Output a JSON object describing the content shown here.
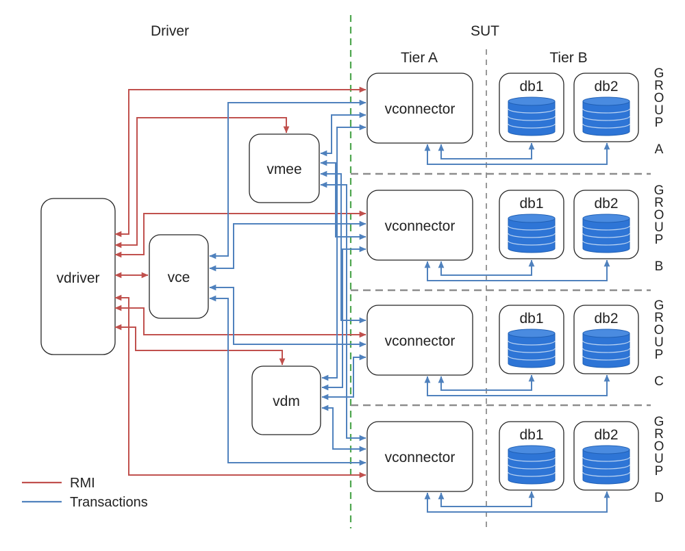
{
  "headers": {
    "driver": "Driver",
    "sut": "SUT",
    "tier_a": "Tier A",
    "tier_b": "Tier B"
  },
  "nodes": {
    "vdriver": "vdriver",
    "vce": "vce",
    "vmee": "vmee",
    "vdm": "vdm"
  },
  "groups": [
    {
      "letter": "A",
      "connector": "vconnector",
      "db1": "db1",
      "db2": "db2",
      "word": [
        "G",
        "R",
        "O",
        "U",
        "P"
      ]
    },
    {
      "letter": "B",
      "connector": "vconnector",
      "db1": "db1",
      "db2": "db2",
      "word": [
        "G",
        "R",
        "O",
        "U",
        "P"
      ]
    },
    {
      "letter": "C",
      "connector": "vconnector",
      "db1": "db1",
      "db2": "db2",
      "word": [
        "G",
        "R",
        "O",
        "U",
        "P"
      ]
    },
    {
      "letter": "D",
      "connector": "vconnector",
      "db1": "db1",
      "db2": "db2",
      "word": [
        "G",
        "R",
        "O",
        "U",
        "P"
      ]
    }
  ],
  "legend": {
    "rmi": "RMI",
    "transactions": "Transactions"
  },
  "colors": {
    "rmi": "#c0504d",
    "transactions": "#4f81bd",
    "db_fill": "#2e75d6",
    "divider_green": "#4ea64e",
    "divider_grey": "#8c8c8c"
  }
}
